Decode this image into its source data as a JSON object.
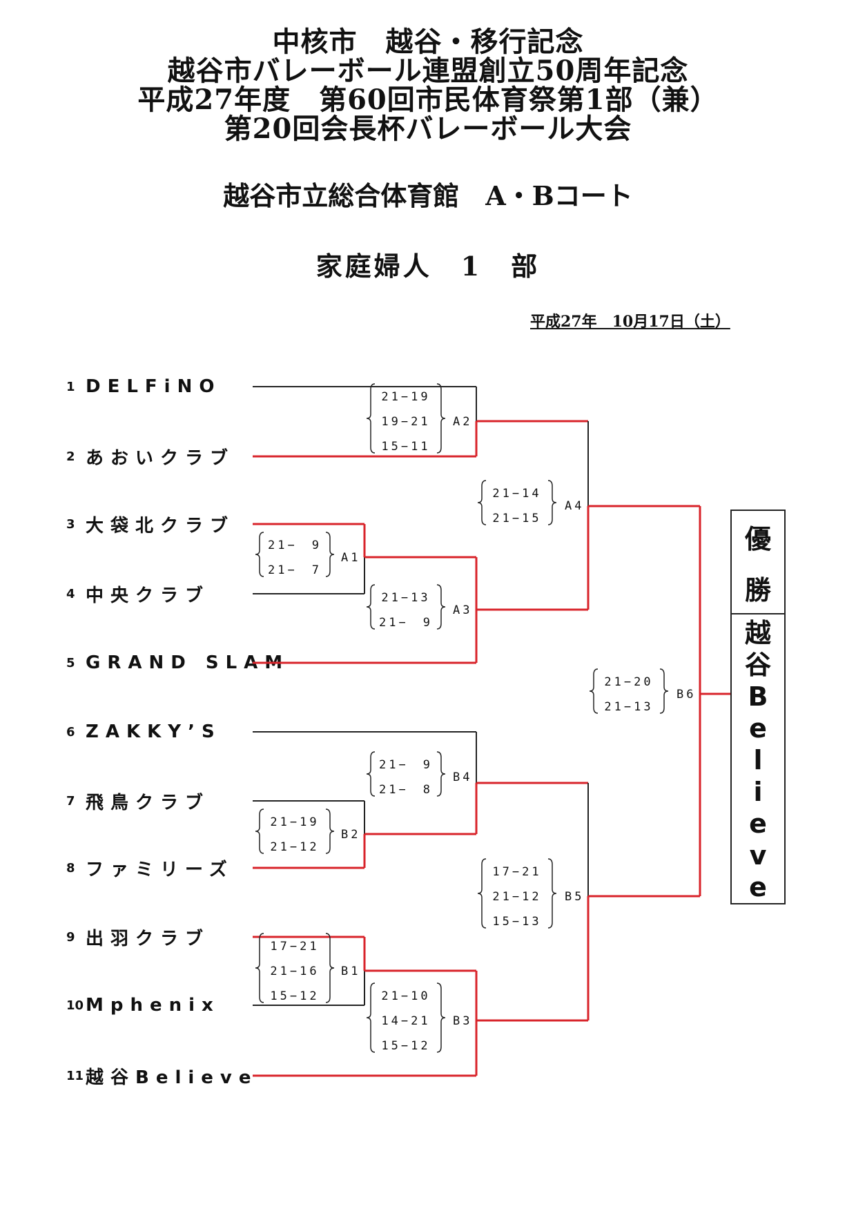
{
  "header": {
    "title_lines": [
      "中核市　越谷・移行記念",
      "越谷市バレーボール連盟創立50周年記念",
      "平成27年度　第60回市民体育祭第1部（兼）",
      "第20回会長杯バレーボール大会"
    ],
    "venue": "越谷市立総合体育館　A・Bコート",
    "division": "家庭婦人　1　部",
    "date": "平成27年　10月17日（土）"
  },
  "teams": [
    {
      "seed": "1",
      "name": "DELFiNO"
    },
    {
      "seed": "2",
      "name": "あおいクラブ"
    },
    {
      "seed": "3",
      "name": "大袋北クラブ"
    },
    {
      "seed": "4",
      "name": "中央クラブ"
    },
    {
      "seed": "5",
      "name": "GRAND SLAM"
    },
    {
      "seed": "6",
      "name": "ZAKKY’S"
    },
    {
      "seed": "7",
      "name": "飛鳥クラブ"
    },
    {
      "seed": "8",
      "name": "ファミリーズ"
    },
    {
      "seed": "9",
      "name": "出羽クラブ"
    },
    {
      "seed": "10",
      "name": "Mphenix"
    },
    {
      "seed": "11",
      "name": "越谷Believe"
    }
  ],
  "matches": [
    {
      "id": "A1",
      "scores": [
        "21−　9",
        "21−　7"
      ]
    },
    {
      "id": "A2",
      "scores": [
        "21−19",
        "19−21",
        "15−11"
      ]
    },
    {
      "id": "A3",
      "scores": [
        "21−13",
        "21−　9"
      ]
    },
    {
      "id": "A4",
      "scores": [
        "21−14",
        "21−15"
      ]
    },
    {
      "id": "B1",
      "scores": [
        "17−21",
        "21−16",
        "15−12"
      ]
    },
    {
      "id": "B2",
      "scores": [
        "21−19",
        "21−12"
      ]
    },
    {
      "id": "B3",
      "scores": [
        "21−10",
        "14−21",
        "15−12"
      ]
    },
    {
      "id": "B4",
      "scores": [
        "21−　9",
        "21−　8"
      ]
    },
    {
      "id": "B5",
      "scores": [
        "17−21",
        "21−12",
        "15−13"
      ]
    },
    {
      "id": "B6",
      "scores": [
        "21−20",
        "21−13"
      ]
    }
  ],
  "champion": {
    "heading_chars": [
      "優",
      "勝"
    ],
    "name": "越谷Believe"
  },
  "colors": {
    "winner_line": "#d8232a",
    "loser_line": "#222222"
  }
}
